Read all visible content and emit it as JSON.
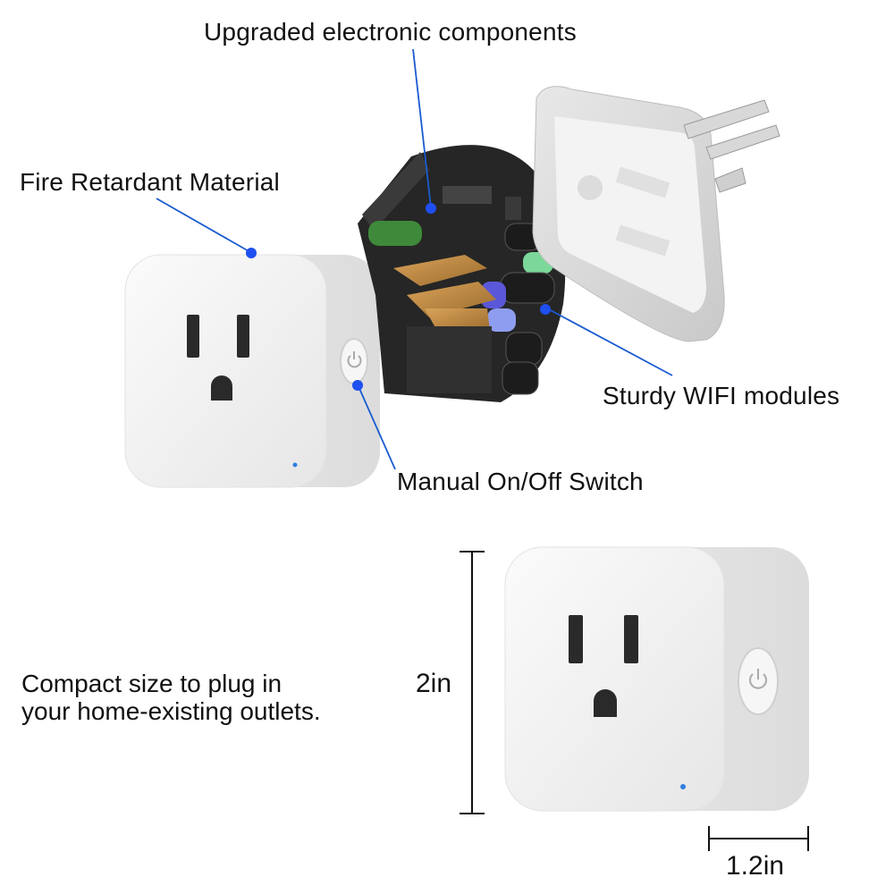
{
  "callouts": {
    "components": "Upgraded electronic components",
    "fire": "Fire Retardant Material",
    "wifi": "Sturdy WIFI modules",
    "switch": "Manual On/Off Switch"
  },
  "description": {
    "line1": "Compact size to plug in",
    "line2": "your home-existing outlets."
  },
  "dimensions": {
    "height": "2in",
    "width": "1.2in"
  },
  "colors": {
    "callout_line": "#1a5bd0",
    "callout_dot": "#1e4ff0",
    "plug_body": "#f3f3f3",
    "pcb": "#2b2b2b"
  }
}
